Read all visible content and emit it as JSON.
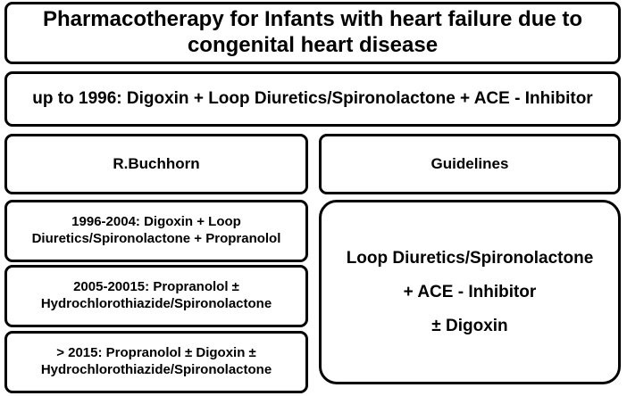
{
  "title": {
    "line1": "Pharmacotherapy for Infants with heart failure due to",
    "line2": "congenital heart disease"
  },
  "intro": "up to 1996: Digoxin + Loop Diuretics/Spironolactone +  ACE - Inhibitor",
  "left_column": {
    "header": "R.Buchhorn",
    "periods": [
      {
        "line1": "1996-2004: Digoxin + Loop",
        "line2": "Diuretics/Spironolactone + Propranolol"
      },
      {
        "line1": "2005-20015: Propranolol ±",
        "line2": "Hydrochlorothiazide/Spironolactone"
      },
      {
        "line1": "> 2015: Propranolol ± Digoxin ±",
        "line2": "Hydrochlorothiazide/Spironolactone"
      }
    ]
  },
  "right_column": {
    "header": "Guidelines",
    "body": {
      "line1": "Loop Diuretics/Spironolactone",
      "line2": "+ ACE - Inhibitor",
      "line3": "± Digoxin"
    }
  }
}
